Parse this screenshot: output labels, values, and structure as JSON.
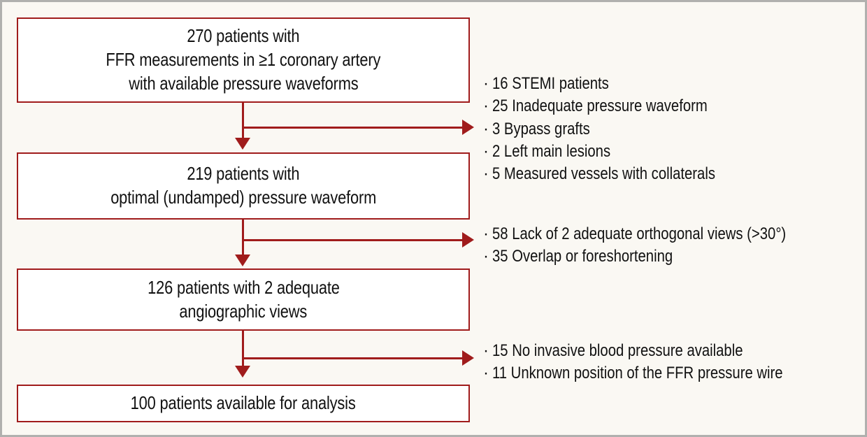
{
  "figure": {
    "type": "patient-flow-diagram",
    "accent_color": "#a01c1c",
    "background_color": "#faf8f3",
    "box_fill": "#ffffff",
    "border_color": "#b0b0ae",
    "text_color": "#111111"
  },
  "boxes": [
    {
      "id": "box-enrolled",
      "count": 270,
      "lines": [
        "270 patients with",
        "FFR measurements in ≥1 coronary artery",
        "with available pressure waveforms"
      ]
    },
    {
      "id": "box-optimal-waveform",
      "count": 219,
      "lines": [
        "219 patients with",
        "optimal (undamped) pressure waveform"
      ]
    },
    {
      "id": "box-adequate-views",
      "count": 126,
      "lines": [
        "126 patients with 2 adequate",
        "angiographic views"
      ]
    },
    {
      "id": "box-final-analysis",
      "count": 100,
      "lines": [
        "100 patients available for analysis"
      ]
    }
  ],
  "exclusions": [
    {
      "id": "exclusions-1",
      "after_box": "box-enrolled",
      "bullet": "·",
      "items": [
        {
          "n": 16,
          "reason": "16 STEMI patients"
        },
        {
          "n": 25,
          "reason": "25 Inadequate pressure waveform"
        },
        {
          "n": 3,
          "reason": "3 Bypass grafts"
        },
        {
          "n": 2,
          "reason": "2 Left main lesions"
        },
        {
          "n": 5,
          "reason": "5 Measured vessels with collaterals"
        }
      ]
    },
    {
      "id": "exclusions-2",
      "after_box": "box-optimal-waveform",
      "bullet": "·",
      "items": [
        {
          "n": 58,
          "reason": "58 Lack of 2 adequate orthogonal views (>30°)"
        },
        {
          "n": 35,
          "reason": "35 Overlap or foreshortening"
        }
      ]
    },
    {
      "id": "exclusions-3",
      "after_box": "box-adequate-views",
      "bullet": "·",
      "items": [
        {
          "n": 15,
          "reason": "15 No invasive blood pressure available"
        },
        {
          "n": 11,
          "reason": "11 Unknown position of the FFR pressure wire"
        }
      ]
    }
  ]
}
